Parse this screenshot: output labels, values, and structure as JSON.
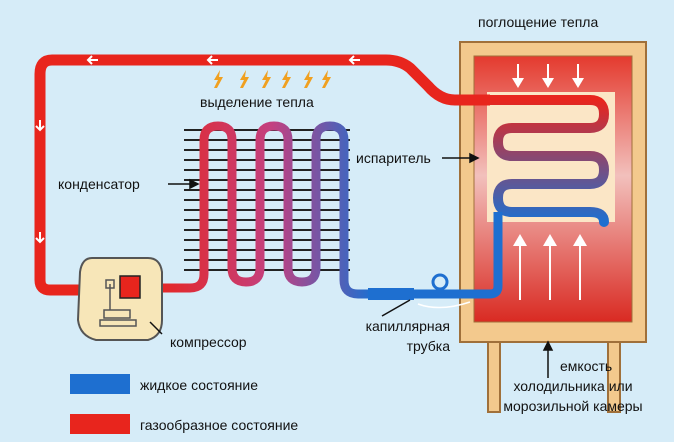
{
  "labels": {
    "heat_absorption": "поглощение тепла",
    "heat_release": "выделение тепла",
    "condenser": "конденсатор",
    "evaporator": "испаритель",
    "compressor": "компрессор",
    "capillary_line1": "капиллярная",
    "capillary_line2": "трубка",
    "container_line1": "емкость",
    "container_line2": "холодильника или",
    "container_line3": "морозильной камеры"
  },
  "legend": [
    {
      "label": "жидкое состояние",
      "color": "#1e6fd0"
    },
    {
      "label": "газообразное состояние",
      "color": "#e8251d"
    }
  ],
  "colors": {
    "background": "#d6ecf8",
    "hot": "#e8251d",
    "cold": "#1e6fd0",
    "cabinet": "#f3c98d",
    "cabinet_border": "#a0703a",
    "compressor_body": "#f7e6b8",
    "heat_arrows": "#f0a020"
  }
}
